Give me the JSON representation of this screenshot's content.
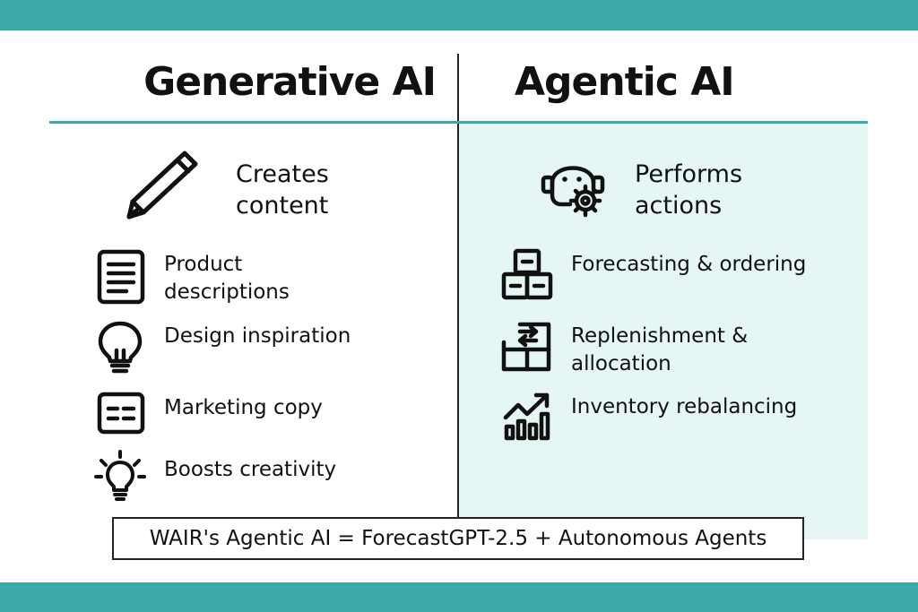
{
  "colors": {
    "teal": "#3ba9a9",
    "panel_tint": "#e6f6f4",
    "ink": "#111111"
  },
  "generative": {
    "title": "Generative AI",
    "main": {
      "icon": "pencil-icon",
      "lines": [
        "Creates",
        "content"
      ]
    },
    "items": [
      {
        "icon": "document-icon",
        "lines": [
          "Product",
          "descriptions"
        ]
      },
      {
        "icon": "lightbulb-icon",
        "lines": [
          "Design inspiration"
        ]
      },
      {
        "icon": "copy-block-icon",
        "lines": [
          "Marketing copy"
        ]
      },
      {
        "icon": "glowing-bulb-icon",
        "lines": [
          "Boosts creativity"
        ]
      }
    ]
  },
  "agentic": {
    "title": "Agentic AI",
    "main": {
      "icon": "robot-gear-icon",
      "lines": [
        "Performs",
        "actions"
      ]
    },
    "items": [
      {
        "icon": "boxes-icon",
        "lines": [
          "Forecasting & ordering"
        ]
      },
      {
        "icon": "replenish-arrows-icon",
        "lines": [
          "Replenishment &",
          "allocation"
        ]
      },
      {
        "icon": "growth-chart-icon",
        "lines": [
          "Inventory rebalancing"
        ]
      }
    ]
  },
  "footer": {
    "formula": "WAIR's Agentic AI = ForecastGPT-2.5 + Autonomous Agents"
  }
}
